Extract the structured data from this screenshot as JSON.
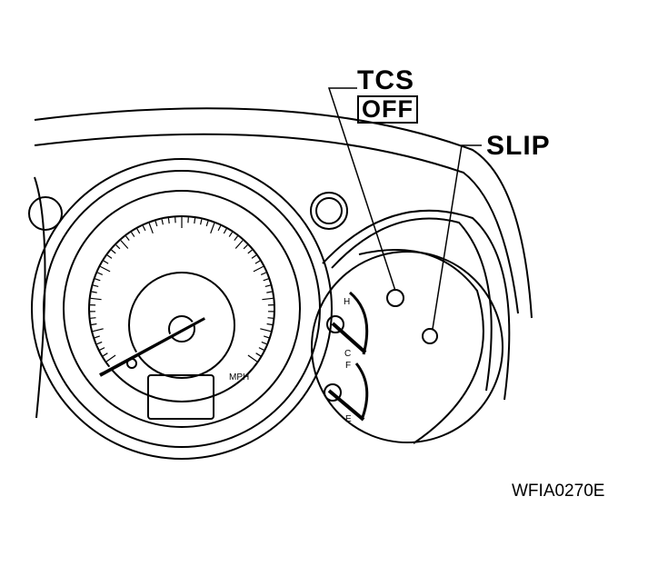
{
  "callouts": {
    "tcs_top": "TCS",
    "tcs_bottom": "OFF",
    "slip": "SLIP"
  },
  "figure_code": "WFIA0270E",
  "speedometer_unit": "MPH",
  "gauges": {
    "temp_high": "H",
    "temp_cold": "C",
    "fuel_full": "F",
    "fuel_empty": "E"
  }
}
